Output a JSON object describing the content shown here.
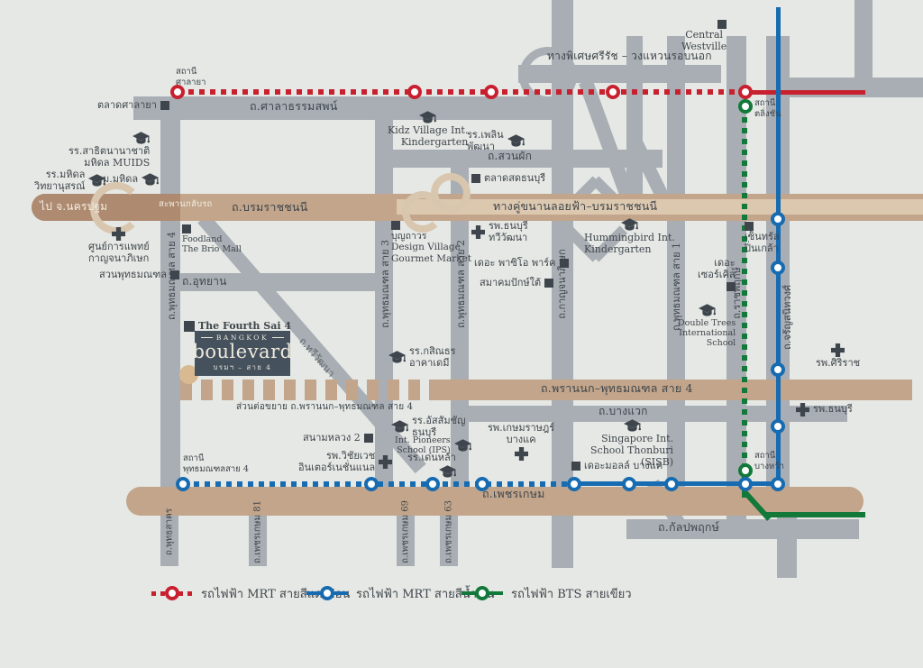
{
  "logo": {
    "top": "BANGKOK",
    "main": "boulevard",
    "sub": "บรมฯ – สาย 4"
  },
  "colors": {
    "background": "#e5e8e4",
    "road_gray": "#a9aeb4",
    "road_tan": "#c2a58a",
    "road_tan_light": "#dcc8af",
    "mrt_light_red": "#c8202e",
    "mrt_blue": "#176bb0",
    "bts_green": "#13793a",
    "text": "#3e454c",
    "logo_background": "#45525e"
  },
  "road_labels": {
    "salathammasop": "ถ.ศาลาธรรมสพน์",
    "borommaratchachonnani": "ถ.บรมราชชนนี",
    "to_nakhonpathom": "ไป จ.นครปฐม",
    "uturn_bridge": "สะพานกลับรถ",
    "parallel_elevated": "ทางคู่ขนานลอยฟ้า–บรมราชชนนี",
    "srirat_expressway": "ทางพิเศษศรีรัช – วงแหวนรอบนอก",
    "suanphak": "ถ.สวนผัก",
    "utthayan": "ถ.อุทยาน",
    "thawiwatthana": "ถ.ทวีวัฒนา",
    "prannok": "ถ.พรานนก–พุทธมณฑล สาย 4",
    "prannok_extension": "ส่วนต่อขยาย ถ.พรานนก–พุทธมณฑล สาย 4",
    "bangwaek": "ถ.บางแวก",
    "phetkasem": "ถ.เพชรเกษม",
    "kanlapaphruek": "ถ.กัลปพฤกษ์",
    "sai4": "ถ.พุทธมณฑล สาย 4",
    "sai3": "ถ.พุทธมณฑล สาย 3",
    "sai2": "ถ.พุทธมณฑล สาย 2",
    "sai1": "ถ.พุทธมณฑล สาย 1",
    "kanchanaphisek": "ถ.กาญจนาภิเษก",
    "ratchaphruek": "ถ.ราชพฤกษ์",
    "charansanitwong": "ถ.จรัญสนิทวงศ์",
    "phutthasakhon": "ถ.พุทธสาคร",
    "phetkasem81": "ถ.เพชรเกษม 81",
    "phetkasem69": "ถ.เพชรเกษม 69",
    "phetkasem63": "ถ.เพชรเกษม 63"
  },
  "station_labels": {
    "salaya": "สถานี\nศาลายา",
    "taling_chan": "สถานี\nตลิ่งชัน",
    "phutthamonthon_sai4": "สถานี\nพุทธมณฑลสาย 4",
    "bang_wa": "สถานี\nบางหว้า"
  },
  "landmarks": [
    {
      "id": "muids",
      "type": "school",
      "label": "รร.สาธิตนานาชาติ\nมหิดล MUIDS"
    },
    {
      "id": "mwit",
      "type": "school",
      "label": "รร.มหิดล\nวิทยานุสรณ์"
    },
    {
      "id": "mahidol-university",
      "type": "school",
      "label": "ม.มหิดล"
    },
    {
      "id": "kidz-village",
      "type": "school",
      "label": "Kidz Village Int.\nKindergarten"
    },
    {
      "id": "plearnpattana",
      "type": "school",
      "label": "รร.เพลิน\nพัฒนา"
    },
    {
      "id": "hummingbird",
      "type": "school",
      "label": "Hummingbird Int.\nKindergarten"
    },
    {
      "id": "double-trees",
      "type": "school",
      "label": "Double Trees\nInternational\nSchool"
    },
    {
      "id": "kasintorn",
      "type": "school",
      "label": "รร.กสิณธร\nอาคาเดมี"
    },
    {
      "id": "assumption-thonburi",
      "type": "school",
      "label": "รร.อัสสัมชัญ\nธนบุรี"
    },
    {
      "id": "int-pioneers",
      "type": "school",
      "label": "Int. Pioneers\nSchool (IPS)"
    },
    {
      "id": "denla",
      "type": "school",
      "label": "รร.เด่นหล้า"
    },
    {
      "id": "sisb",
      "type": "school",
      "label": "Singapore Int.\nSchool Thonburi\n(SISB)"
    },
    {
      "id": "golden-jubilee-medical",
      "type": "hospital",
      "label": "ศูนย์การแพทย์\nกาญจนาภิเษก"
    },
    {
      "id": "thonburi-thawiwatthana-hospital",
      "type": "hospital",
      "label": "รพ.ธนบุรี\nทวีวัฒนา"
    },
    {
      "id": "siriraj-hospital",
      "type": "hospital",
      "label": "รพ.ศิริราช"
    },
    {
      "id": "thonburi-hospital",
      "type": "hospital",
      "label": "รพ.ธนบุรี"
    },
    {
      "id": "vichaivej-hospital",
      "type": "hospital",
      "label": "รพ.วิชัยเวช\nอินเตอร์เนชั่นแนล"
    },
    {
      "id": "kasemrad-bangkae-hospital",
      "type": "hospital",
      "label": "รพ.เกษมราษฎร์\nบางแค"
    },
    {
      "id": "salaya-market",
      "type": "place",
      "label": "ตลาดศาลายา"
    },
    {
      "id": "buddhamonthon-park",
      "type": "place",
      "label": "สวนพุทธมณฑล"
    },
    {
      "id": "foodland-brio-mall",
      "type": "place",
      "label": "Foodland\nThe Brio Mall"
    },
    {
      "id": "the-fourth-sai4",
      "type": "place",
      "label": "The Fourth Sai 4"
    },
    {
      "id": "thonburi-fresh-market",
      "type": "place",
      "label": "ตลาดสดธนบุรี"
    },
    {
      "id": "boonthavorn-design-village",
      "type": "place",
      "label": "บุญถาวร\nDesign Village\nGourmet Market"
    },
    {
      "id": "the-paseo-park",
      "type": "place",
      "label": "เดอะ พาซิโอ พาร์ค"
    },
    {
      "id": "southern-association",
      "type": "place",
      "label": "สมาคมปักษ์ใต้"
    },
    {
      "id": "the-circle",
      "type": "place",
      "label": "เดอะ\nเซอร์เคิล"
    },
    {
      "id": "central-pinklao",
      "type": "place",
      "label": "เซ็นทรัล\nปิ่นเกล้า"
    },
    {
      "id": "central-westville",
      "type": "place",
      "label": "Central\nWestville"
    },
    {
      "id": "sanamluang2",
      "type": "place",
      "label": "สนามหลวง 2"
    },
    {
      "id": "the-mall-bangkae",
      "type": "place",
      "label": "เดอะมอลล์ บางแค"
    }
  ],
  "legend": {
    "items": [
      {
        "id": "mrt-light-red",
        "label": "รถไฟฟ้า MRT สายสีแดงอ่อน",
        "color": "#c8202e",
        "style": "dotted"
      },
      {
        "id": "mrt-blue",
        "label": "รถไฟฟ้า MRT สายสีน้ำเงิน",
        "color": "#176bb0",
        "style": "solid"
      },
      {
        "id": "bts-green",
        "label": "รถไฟฟ้า BTS สายเขียว",
        "color": "#13793a",
        "style": "solid"
      }
    ]
  }
}
